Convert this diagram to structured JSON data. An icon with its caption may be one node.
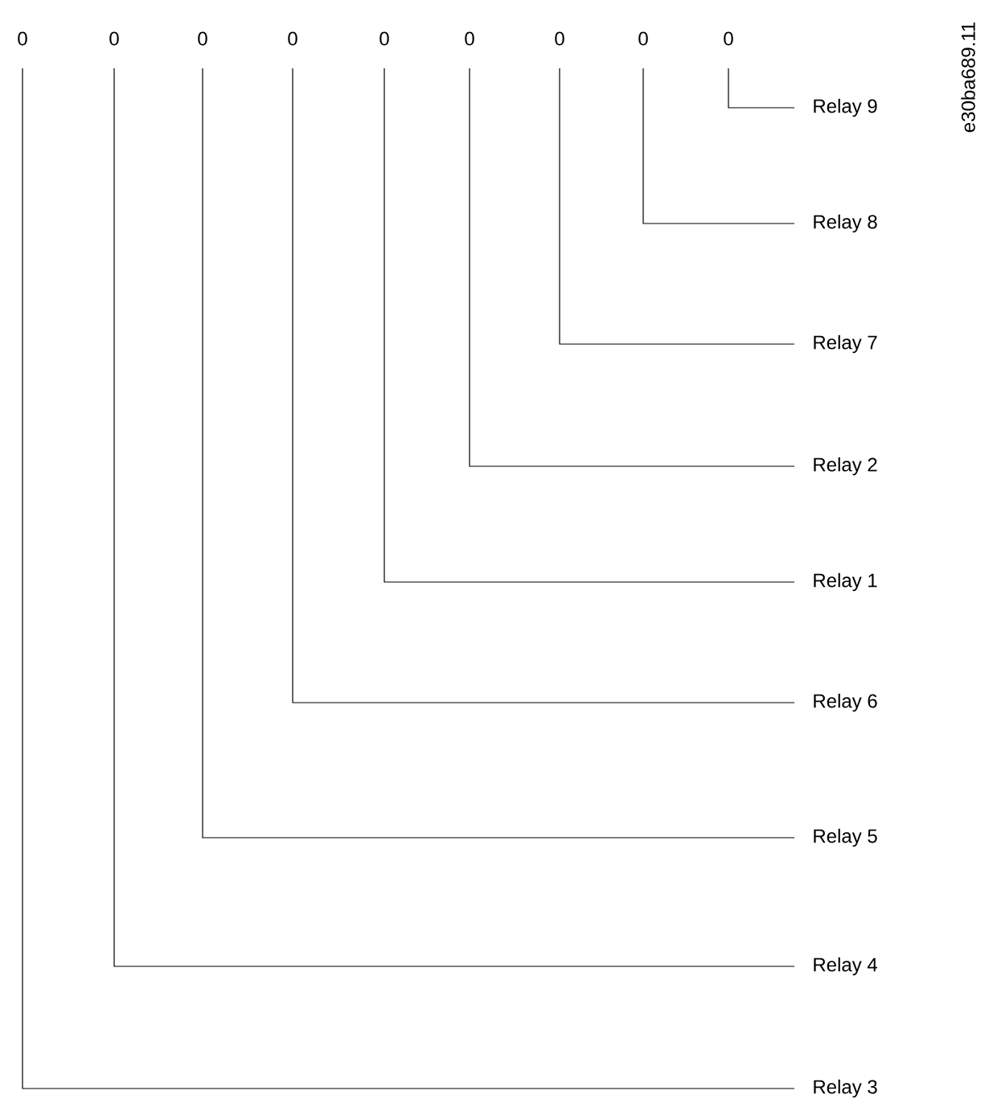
{
  "diagram": {
    "nodes": [
      {
        "text": [
          "0"
        ]
      },
      {
        "text": [
          "0"
        ]
      },
      {
        "text": [
          "0"
        ]
      },
      {
        "text": [
          "0"
        ]
      },
      {
        "text": [
          "0"
        ]
      },
      {
        "text": [
          "0"
        ]
      },
      {
        "text": [
          "0"
        ]
      },
      {
        "text": [
          "0"
        ]
      },
      {
        "text": [
          "0"
        ]
      },
      {
        "text": [
          "Relay 9"
        ]
      },
      {
        "text": [
          "Relay 8"
        ]
      },
      {
        "text": [
          "Relay 7"
        ]
      },
      {
        "text": [
          "Relay 2"
        ]
      },
      {
        "text": [
          "Relay 1"
        ]
      },
      {
        "text": [
          "Relay 6"
        ]
      },
      {
        "text": [
          "Relay 5"
        ]
      },
      {
        "text": [
          "Relay 4"
        ]
      },
      {
        "text": [
          "Relay 3"
        ]
      }
    ],
    "edges": [
      {
        "from": 8,
        "to": 9,
        "arrow": "none"
      },
      {
        "from": 7,
        "to": 10,
        "arrow": "none"
      },
      {
        "from": 6,
        "to": 11,
        "arrow": "none"
      },
      {
        "from": 5,
        "to": 12,
        "arrow": "none"
      },
      {
        "from": 4,
        "to": 13,
        "arrow": "none"
      },
      {
        "from": 3,
        "to": 14,
        "arrow": "none"
      },
      {
        "from": 2,
        "to": 15,
        "arrow": "none"
      },
      {
        "from": 1,
        "to": 16,
        "arrow": "none"
      },
      {
        "from": 0,
        "to": 17,
        "arrow": "none"
      }
    ],
    "labels": [
      "e30ba689.11"
    ]
  }
}
